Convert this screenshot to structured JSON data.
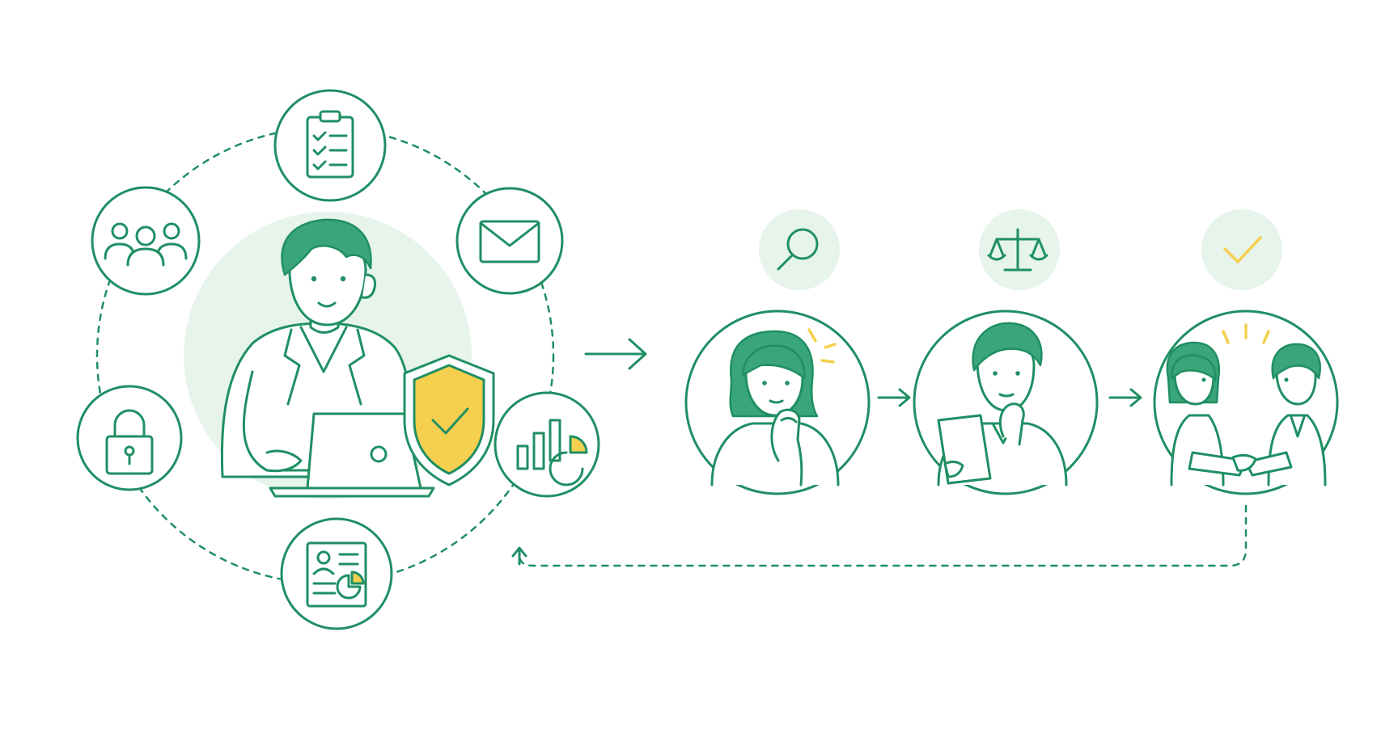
{
  "colors": {
    "primary": "#1f8f63",
    "accent": "#f5cf4e",
    "accent_dark": "#e8b923",
    "tint": "#e6f4ec",
    "skin": "#ffffff",
    "hair": "#3aa57a",
    "background": "#ffffff"
  },
  "orbit_icons": [
    "clipboard-checklist-icon",
    "mail-envelope-icon",
    "bar-pie-chart-icon",
    "profile-document-icon",
    "padlock-icon",
    "user-group-icon"
  ],
  "center": {
    "figure": "person-at-laptop",
    "badge": "shield-check-icon"
  },
  "process_steps": [
    {
      "badge": "magnifier-icon",
      "scene": "woman-thinking"
    },
    {
      "badge": "balance-scale-icon",
      "scene": "man-reviewing-document"
    },
    {
      "badge": "checkmark-icon",
      "scene": "handshake-agreement"
    }
  ],
  "connectors": {
    "main_arrow": "arrow-right-icon",
    "step_arrows": [
      "arrow-right-icon",
      "arrow-right-icon"
    ],
    "feedback_loop": "dashed-return-arrow"
  }
}
